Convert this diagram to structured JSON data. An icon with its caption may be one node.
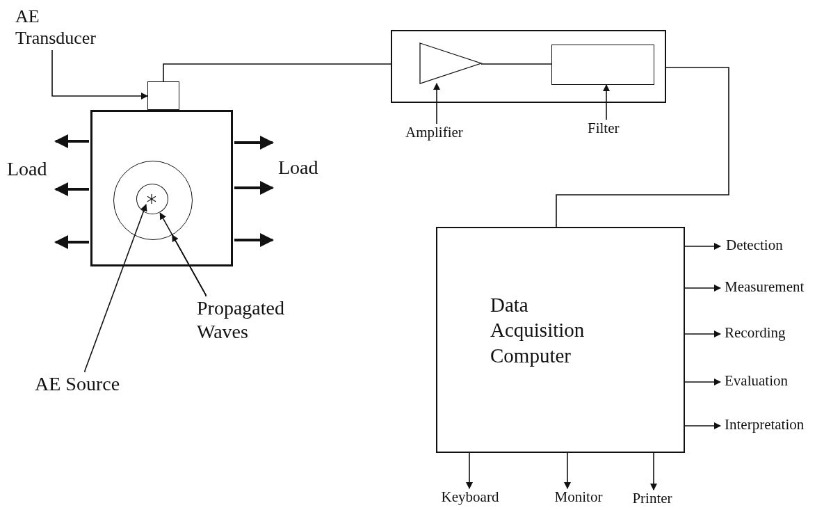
{
  "diagram": {
    "nodes": [
      {
        "text": [
          "AE Transducer"
        ]
      },
      {
        "text": [],
        "shape": "box"
      },
      {
        "text": [],
        "shape": "box"
      },
      {
        "text": [],
        "shape": "circle",
        "in": 2
      },
      {
        "text": [],
        "shape": "circle",
        "in": 3
      },
      {
        "text": [],
        "shape": "star",
        "in": 4
      },
      {
        "text": [
          "Propagated Waves"
        ]
      },
      {
        "text": [
          "AE Source"
        ]
      },
      {
        "text": [],
        "shape": "box"
      },
      {
        "text": [],
        "shape": "triangle",
        "in": 8
      },
      {
        "text": [],
        "shape": "box",
        "in": 8
      },
      {
        "text": [
          "Amplifier"
        ]
      },
      {
        "text": [
          "Filter"
        ]
      },
      {
        "text": [
          "Data Acquisition Computer"
        ]
      },
      {
        "text": [
          "Detection"
        ]
      },
      {
        "text": [
          "Measurement"
        ]
      },
      {
        "text": [
          "Recording"
        ]
      },
      {
        "text": [
          "Evaluation"
        ]
      },
      {
        "text": [
          "Interpretation"
        ]
      },
      {
        "text": [
          "Keyboard"
        ]
      },
      {
        "text": [
          "Monitor"
        ]
      },
      {
        "text": [
          "Printer"
        ]
      }
    ],
    "edges": [
      {
        "from": 0,
        "to": 1,
        "arrow": "to"
      },
      {
        "from": 7,
        "to": 5,
        "arrow": "to"
      },
      {
        "from": 6,
        "to": 4,
        "arrow": "to"
      },
      {
        "from": 6,
        "to": 3,
        "arrow": "to"
      },
      {
        "from": 11,
        "to": 9,
        "arrow": "to"
      },
      {
        "from": 12,
        "to": 10,
        "arrow": "to"
      },
      {
        "from": 1,
        "to": 8,
        "arrow": "none"
      },
      {
        "from": 9,
        "to": 10,
        "arrow": "none"
      },
      {
        "from": 8,
        "to": 13,
        "arrow": "none"
      },
      {
        "from": 13,
        "to": 14,
        "arrow": "to"
      },
      {
        "from": 13,
        "to": 15,
        "arrow": "to"
      },
      {
        "from": 13,
        "to": 16,
        "arrow": "to"
      },
      {
        "from": 13,
        "to": 17,
        "arrow": "to"
      },
      {
        "from": 13,
        "to": 18,
        "arrow": "to"
      },
      {
        "from": 13,
        "to": 19,
        "arrow": "to"
      },
      {
        "from": 13,
        "to": 20,
        "arrow": "to"
      },
      {
        "from": 13,
        "to": 21,
        "arrow": "to"
      }
    ],
    "labels": [
      "Load",
      "Load"
    ]
  }
}
